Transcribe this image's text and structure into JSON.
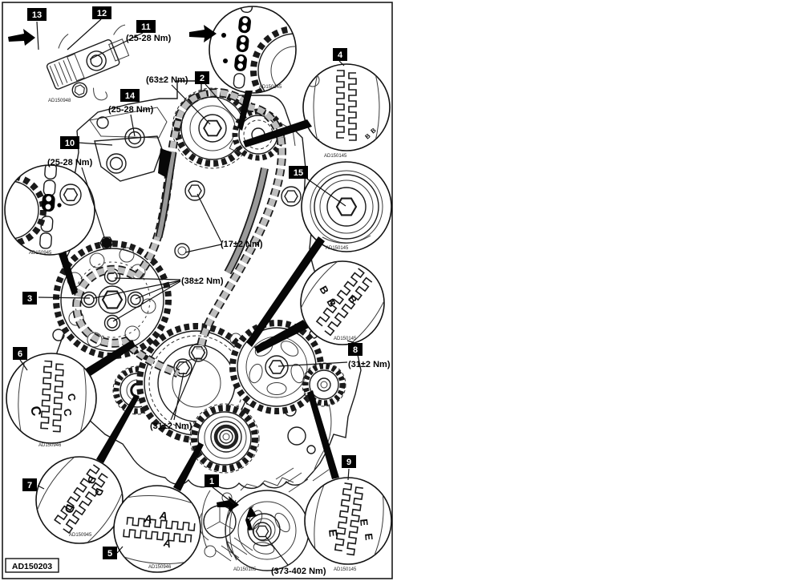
{
  "figure": {
    "doc_code": "AD150203",
    "type": "engine-timing-chain-diagram",
    "background": "#ffffff",
    "line_color": "#1a1a1a",
    "chain_color": "#bdbdbd"
  },
  "callouts": {
    "n1": "1",
    "n2": "2",
    "n3": "3",
    "n4": "4",
    "n5": "5",
    "n6": "6",
    "n7": "7",
    "n8": "8",
    "n9": "9",
    "n10": "10",
    "n11": "11",
    "n12": "12",
    "n13": "13",
    "n14": "14",
    "n15": "15"
  },
  "torques": {
    "t11": "(25-28 Nm)",
    "t14": "(25-28 Nm)",
    "t10": "(25-28 Nm)",
    "t63": "(63±2 Nm)",
    "t17": "(17±2 Nm)",
    "t38": "(38±2 Nm)",
    "t31a": "(31±2 Nm)",
    "t31b": "(31±2 Nm)",
    "t373": "(373-402 Nm)"
  },
  "marks": {
    "a": "A",
    "b": "B",
    "c": "C",
    "d": "D",
    "e": "E"
  },
  "codes": {
    "tensioner": "AD150948",
    "cam_detail": "AD150145",
    "gear_mesh": "AD150145",
    "hub15": "AD150145",
    "b_detail": "AD150145",
    "chain_link": "AD150945",
    "c_detail": "AD150946",
    "d_detail": "AD150945",
    "a_detail": "AD150946",
    "crank_front": "AD150105",
    "e_detail": "AD150145"
  }
}
